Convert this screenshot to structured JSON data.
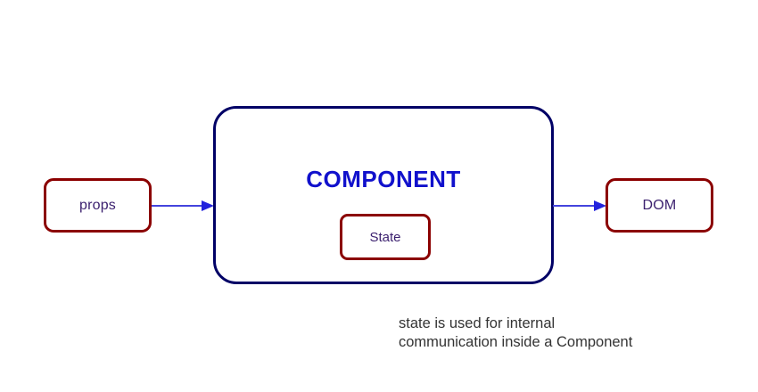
{
  "diagram": {
    "title_text": "COMPONENT",
    "background_color": "#ffffff",
    "nodes": {
      "props": {
        "label": "props",
        "border_color": "#8B0000",
        "text_color": "#3a1f6e"
      },
      "component": {
        "label": "COMPONENT",
        "border_color": "#000066",
        "text_color": "#1111cc"
      },
      "state": {
        "label": "State",
        "border_color": "#8B0000",
        "text_color": "#3a1f6e"
      },
      "dom": {
        "label": "DOM",
        "border_color": "#8B0000",
        "text_color": "#3a1f6e"
      }
    },
    "arrows": [
      {
        "name": "props-to-component",
        "from": "props",
        "to": "component",
        "color": "#4444dd",
        "label": ""
      },
      {
        "name": "component-to-dom",
        "from": "component",
        "to": "dom",
        "color": "#4444dd",
        "label": ""
      }
    ],
    "caption": {
      "line1": "state is used for internal",
      "line2": "communication inside a Component",
      "full_text": "state is used for internal\ncommunication inside a Component",
      "color": "#333333"
    }
  }
}
